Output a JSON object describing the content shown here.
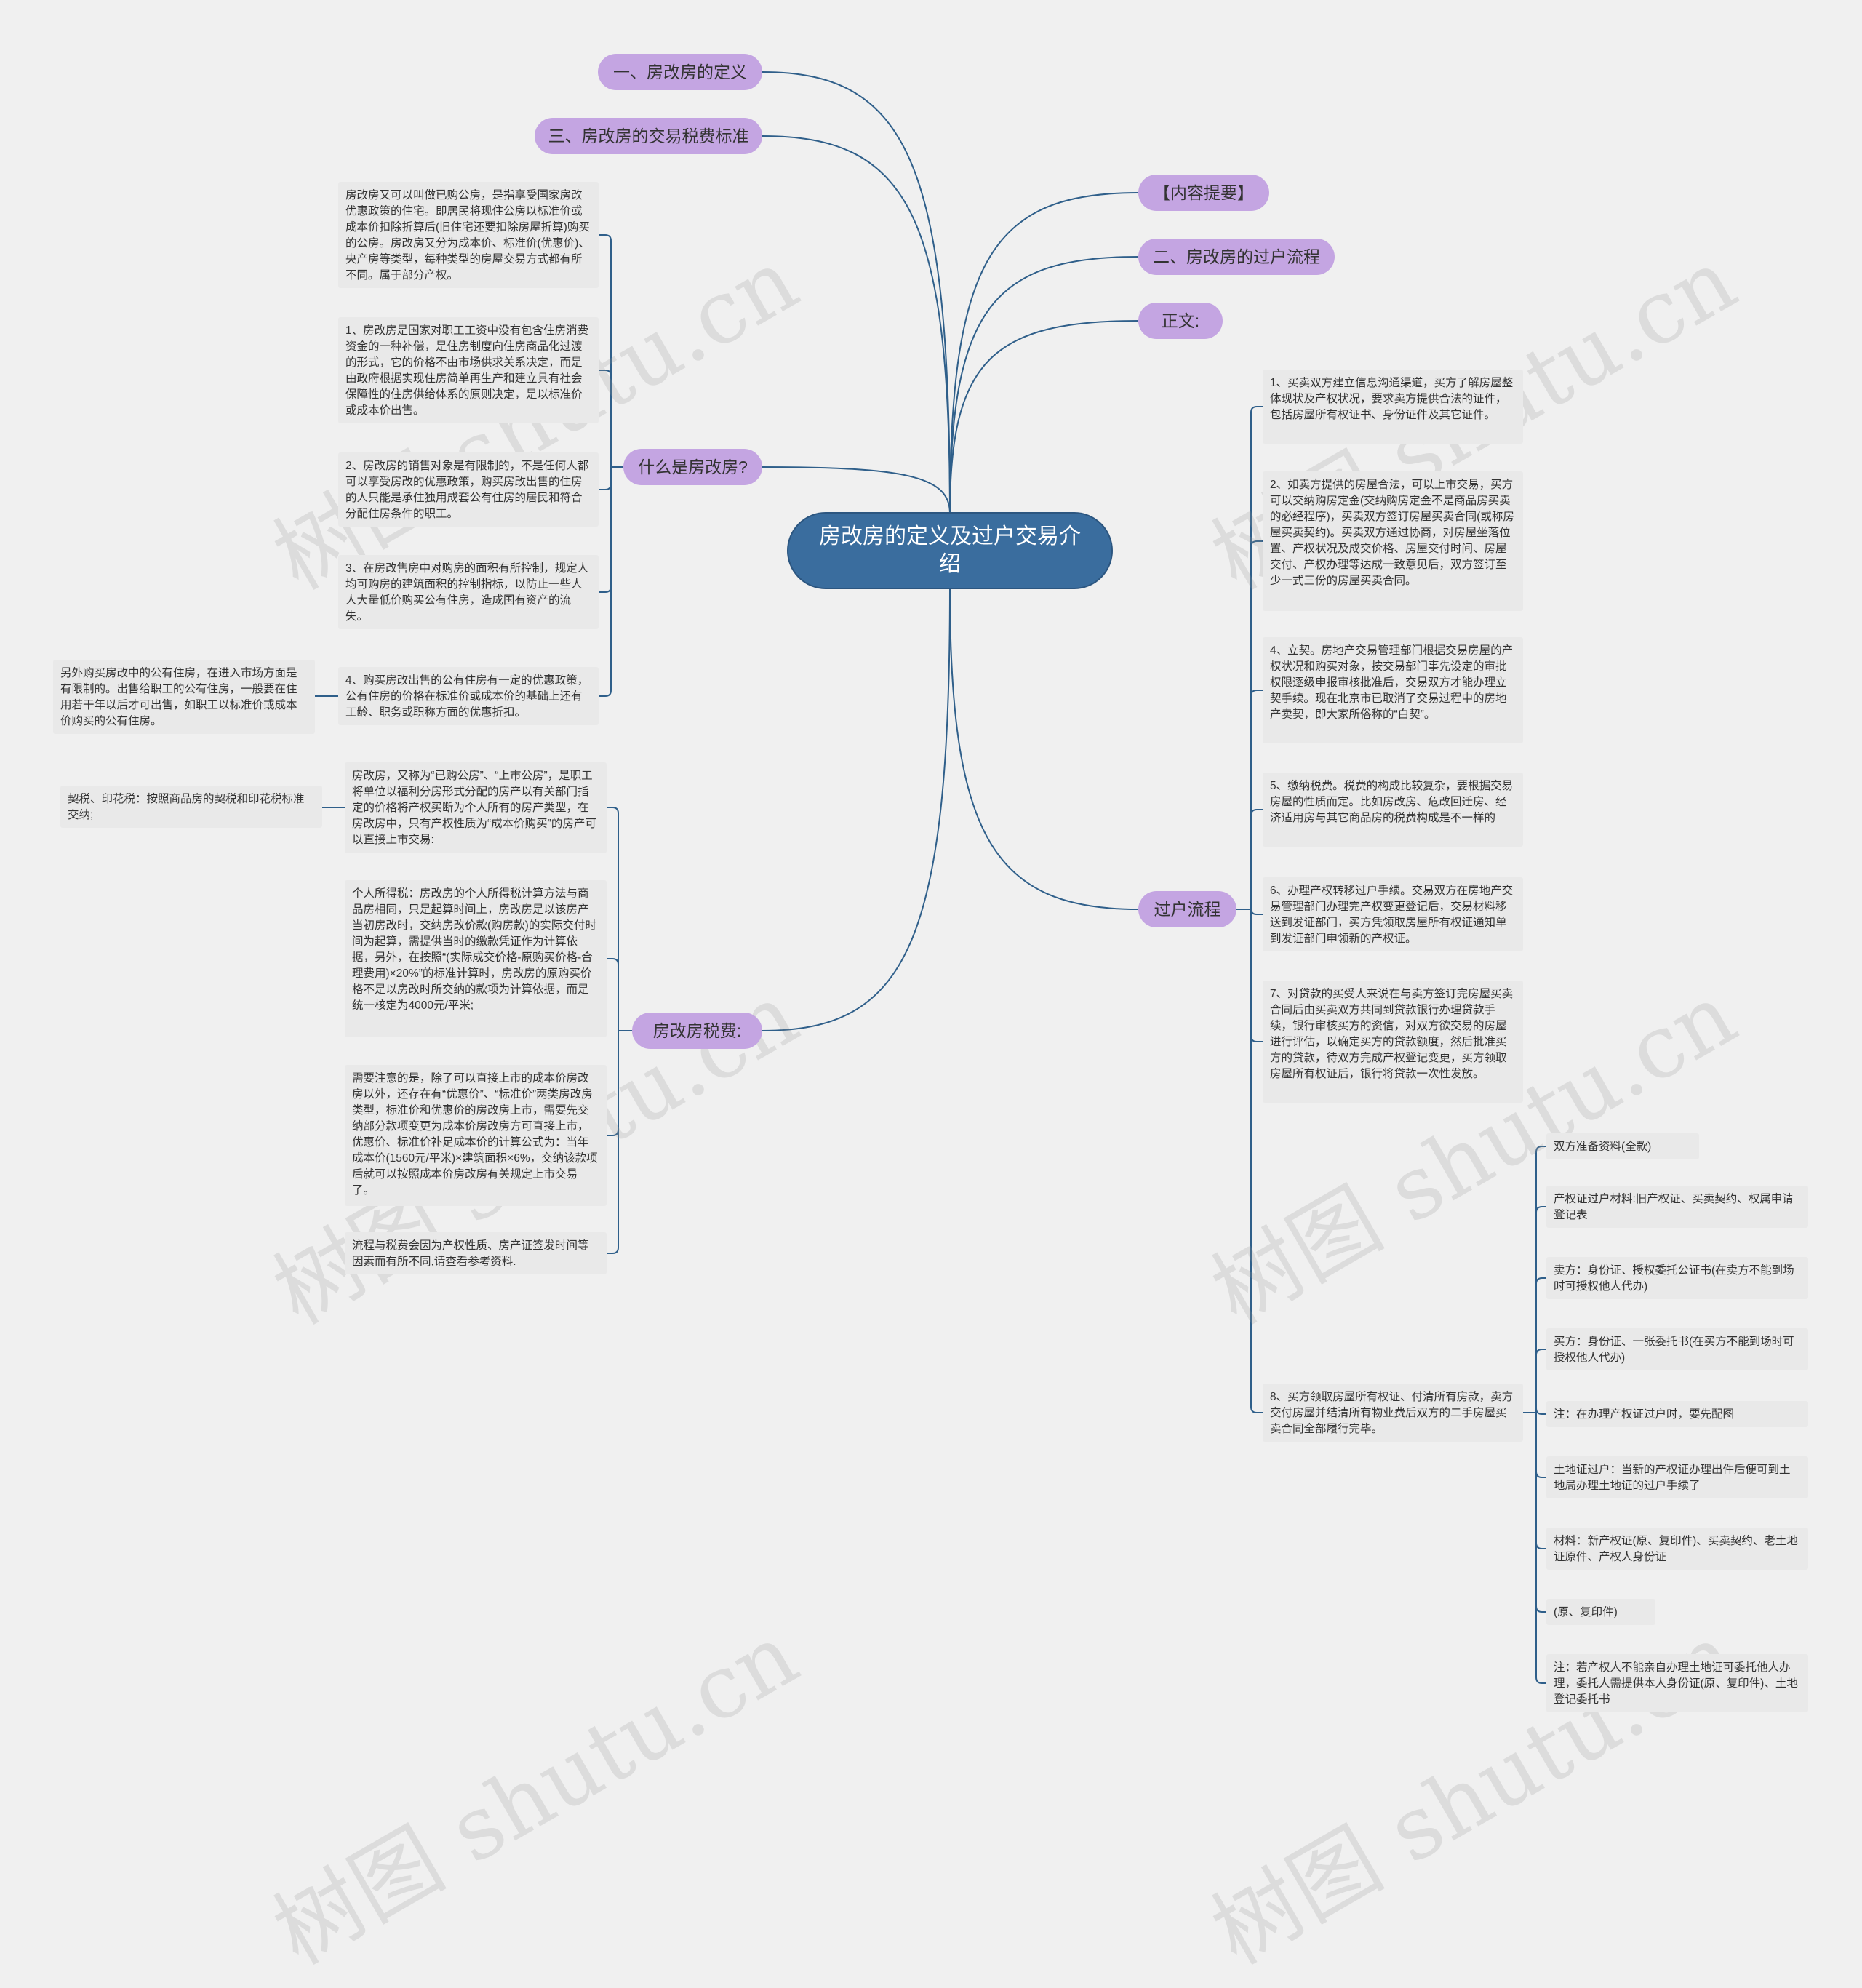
{
  "root": {
    "title": "房改房的定义及过户交易介绍"
  },
  "branches": {
    "definition": "一、房改房的定义",
    "tax_standard": "三、房改房的交易税费标准",
    "what_is": "什么是房改房?",
    "tax": "房改房税费:",
    "summary": "【内容提要】",
    "process_title": "二、房改房的过户流程",
    "body": "正文:",
    "process": "过户流程"
  },
  "what_is_items": [
    "房改房又可以叫做已购公房，是指享受国家房改优惠政策的住宅。即居民将现住公房以标准价或成本价扣除折算后(旧住宅还要扣除房屋折算)购买的公房。房改房又分为成本价、标准价(优惠价)、央产房等类型，每种类型的房屋交易方式都有所不同。属于部分产权。",
    "1、房改房是国家对职工工资中没有包含住房消费资金的一种补偿，是住房制度向住房商品化过渡的形式，它的价格不由市场供求关系决定，而是由政府根据实现住房简单再生产和建立具有社会保障性的住房供给体系的原则决定，是以标准价或成本价出售。",
    "2、房改房的销售对象是有限制的，不是任何人都可以享受房改的优惠政策，购买房改出售的住房的人只能是承住独用成套公有住房的居民和符合分配住房条件的职工。",
    "3、在房改售房中对购房的面积有所控制，规定人均可购房的建筑面积的控制指标，以防止一些人人大量低价购买公有住房，造成国有资产的流失。",
    "4、购买房改出售的公有住房有一定的优惠政策，公有住房的价格在标准价或成本价的基础上还有工龄、职务或职称方面的优惠折扣。"
  ],
  "what_is_sub": "另外购买房改中的公有住房，在进入市场方面是有限制的。出售给职工的公有住房，一般要在住用若干年以后才可出售，如职工以标准价或成本价购买的公有住房。",
  "tax_items": [
    "房改房，又称为“已购公房”、“上市公房”，是职工将单位以福利分房形式分配的房产以有关部门指定的价格将产权买断为个人所有的房产类型，在房改房中，只有产权性质为“成本价购买”的房产可以直接上市交易:",
    "个人所得税：房改房的个人所得税计算方法与商品房相同，只是起算时间上，房改房是以该房产当初房改时，交纳房改价款(购房款)的实际交付时间为起算，需提供当时的缴款凭证作为计算依据，另外，在按照“(实际成交价格-原购买价格-合理费用)×20%”的标准计算时，房改房的原购买价格不是以房改时所交纳的款项为计算依据，而是统一核定为4000元/平米;",
    "需要注意的是，除了可以直接上市的成本价房改房以外，还存在有“优惠价”、“标准价”两类房改房类型，标准价和优惠价的房改房上市，需要先交纳部分款项变更为成本价房改房方可直接上市，优惠价、标准价补足成本价的计算公式为：当年成本价(1560元/平米)×建筑面积×6%，交纳该款项后就可以按照成本价房改房有关规定上市交易了。",
    "流程与税费会因为产权性质、房产证签发时间等因素而有所不同,请查看参考资料."
  ],
  "tax_sub": "契税、印花税：按照商品房的契税和印花税标准交纳;",
  "process_items": [
    "1、买卖双方建立信息沟通渠道，买方了解房屋整体现状及产权状况，要求卖方提供合法的证件，包括房屋所有权证书、身份证件及其它证件。",
    "2、如卖方提供的房屋合法，可以上市交易，买方可以交纳购房定金(交纳购房定金不是商品房买卖的必经程序)，买卖双方签订房屋买卖合同(或称房屋买卖契约)。买卖双方通过协商，对房屋坐落位置、产权状况及成交价格、房屋交付时间、房屋交付、产权办理等达成一致意见后，双方签订至少一式三份的房屋买卖合同。",
    "4、立契。房地产交易管理部门根据交易房屋的产权状况和购买对象，按交易部门事先设定的审批权限逐级申报审核批准后，交易双方才能办理立契手续。现在北京市已取消了交易过程中的房地产卖契，即大家所俗称的“白契”。",
    "5、缴纳税费。税费的构成比较复杂，要根据交易房屋的性质而定。比如房改房、危改回迁房、经济适用房与其它商品房的税费构成是不一样的",
    "6、办理产权转移过户手续。交易双方在房地产交易管理部门办理完产权变更登记后，交易材料移送到发证部门，买方凭领取房屋所有权证通知单到发证部门申领新的产权证。",
    "7、对贷款的买受人来说在与卖方签订完房屋买卖合同后由买卖双方共同到贷款银行办理贷款手续，银行审核买方的资信，对双方欲交易的房屋进行评估，以确定买方的贷款额度，然后批准买方的贷款，待双方完成产权登记变更，买方领取房屋所有权证后，银行将贷款一次性发放。",
    "8、买方领取房屋所有权证、付清所有房款，卖方交付房屋并结清所有物业费后双方的二手房屋买卖合同全部履行完毕。"
  ],
  "step8_items": [
    "双方准备资料(全款)",
    "产权证过户材料:旧产权证、买卖契约、权属申请登记表",
    "卖方：身份证、授权委托公证书(在卖方不能到场时可授权他人代办)",
    "买方：身份证、一张委托书(在买方不能到场时可授权他人代办)",
    "注：在办理产权证过户时，要先配图",
    "土地证过户：当新的产权证办理出件后便可到土地局办理土地证的过户手续了",
    "材料：新产权证(原、复印件)、买卖契约、老土地证原件、产权人身份证",
    "(原、复印件)",
    "注：若产权人不能亲自办理土地证可委托他人办理，委托人需提供本人身份证(原、复印件)、土地登记委托书"
  ],
  "watermark": "树图 shutu.cn"
}
